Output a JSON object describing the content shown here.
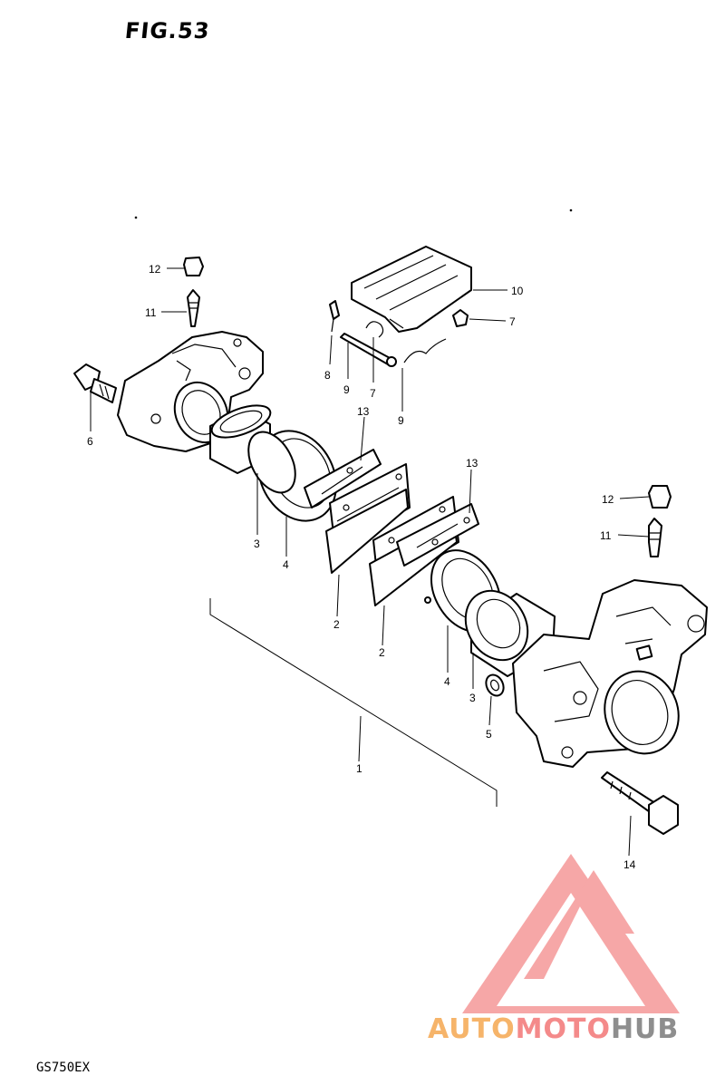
{
  "figure": {
    "title": "FIG.53",
    "model": "GS750EX"
  },
  "callouts": [
    "12",
    "11",
    "6",
    "8",
    "9",
    "7",
    "10",
    "7",
    "9",
    "13",
    "3",
    "4",
    "2",
    "13",
    "2",
    "12",
    "11",
    "4",
    "3",
    "5",
    "1",
    "14"
  ],
  "watermark": {
    "word_1": "AUTO",
    "word_2": "MOTO",
    "word_3": "HUB",
    "colors": {
      "auto": "#f6b46a",
      "moto": "#f48a8a",
      "hub": "#8e8e8e",
      "logo": "#f48a8a"
    }
  },
  "colors": {
    "ink": "#000000",
    "paper": "#ffffff"
  }
}
